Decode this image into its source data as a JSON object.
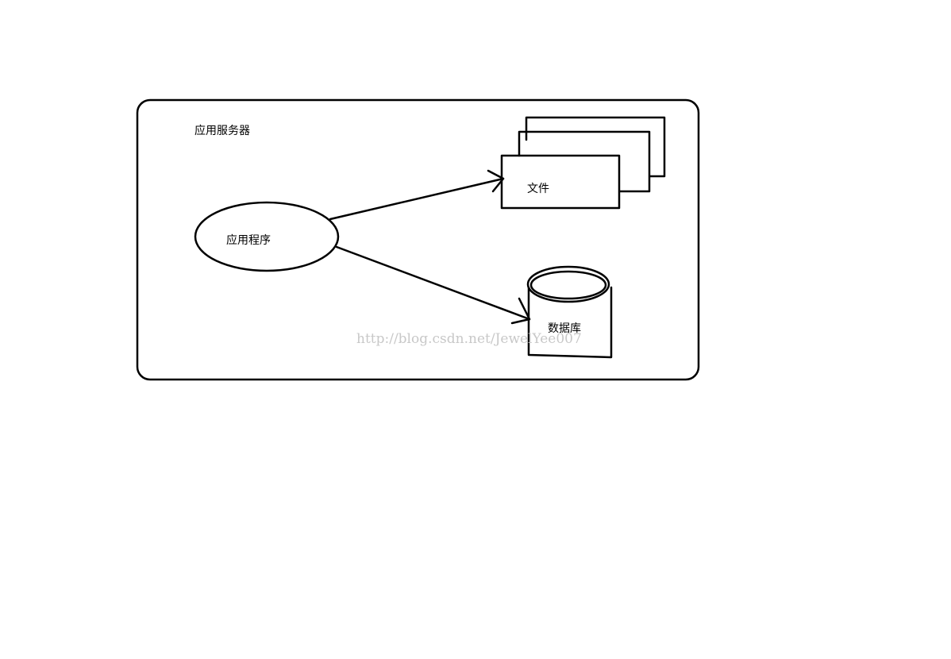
{
  "diagram": {
    "server": {
      "label": "应用服务器"
    },
    "app": {
      "label": "应用程序"
    },
    "file": {
      "label": "文件"
    },
    "database": {
      "label": "数据库"
    },
    "watermark": "http://blog.csdn.net/JewelYee007"
  },
  "colors": {
    "stroke": "#000000",
    "background": "#ffffff",
    "watermark": "#c8c8c8"
  }
}
